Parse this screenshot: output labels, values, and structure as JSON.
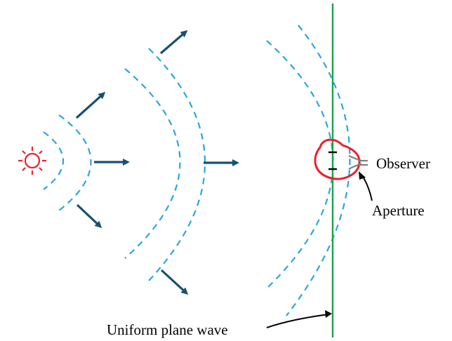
{
  "labels": {
    "observer": "Observer",
    "aperture": "Aperture",
    "plane_wave": "Uniform plane wave"
  },
  "colors": {
    "source": "#e8222c",
    "wavefront": "#2aa7d8",
    "arrow": "#175170",
    "plane_wave": "#1aa24b",
    "aperture_outline": "#e8222c",
    "observer_lines": "#7f7f7f",
    "text": "#000000"
  },
  "icons": {
    "source": "sun-source-icon",
    "observer": "observer-icon"
  }
}
